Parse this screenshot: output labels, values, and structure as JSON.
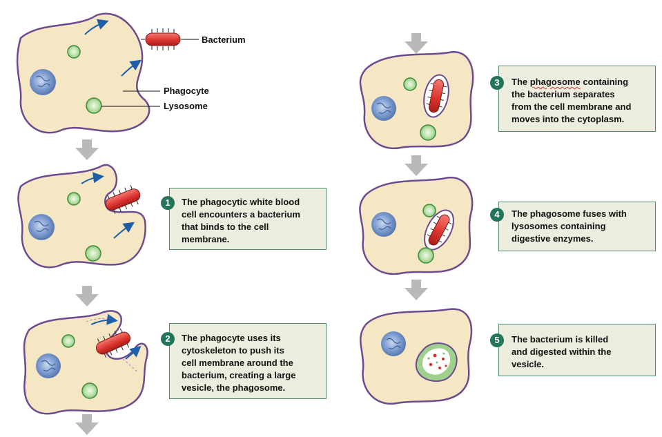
{
  "labels": {
    "bacterium": "Bacterium",
    "phagocyte": "Phagocyte",
    "lysosome": "Lysosome"
  },
  "steps": [
    {
      "number": "1",
      "text": "The phagocytic white blood\ncell encounters a bacterium\nthat binds to the cell\nmembrane."
    },
    {
      "number": "2",
      "text": "The phagocyte uses its\ncytoskeleton to push its\ncell membrane around the\nbacterium, creating a large\nvesicle, the phagosome."
    },
    {
      "number": "3",
      "text_before": "The ",
      "text_flagged": "phagosome",
      "text_after": " containing\nthe bacterium separates\nfrom the cell membrane and\nmoves into the cytoplasm."
    },
    {
      "number": "4",
      "text": "The phagosome fuses with\nlysosomes containing\ndigestive enzymes."
    },
    {
      "number": "5",
      "text": "The bacterium is killed\nand digested within the\nvesicle."
    }
  ],
  "colors": {
    "cell_fill": "#f5e7c4",
    "cell_outline": "#6b4a8f",
    "nucleus": "#6c8fc4",
    "lysosome": "#a7d69a",
    "bacterium": "#e03a35",
    "arrow_blue": "#1f5fa8",
    "flow_arrow": "#b9b9b9",
    "box_fill": "#ecedde",
    "box_border": "#4c8a6a",
    "step_badge": "#23755a"
  }
}
